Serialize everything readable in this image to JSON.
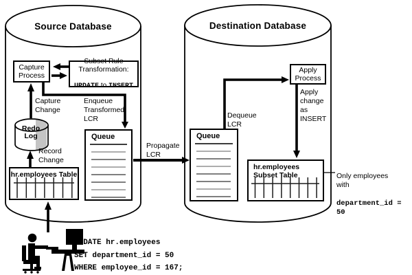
{
  "colors": {
    "line": "#000000",
    "queue_line_light": "#adadad",
    "queue_line_dark": "#7f7f7f",
    "queue_rule": "#3c3c3c",
    "redo_shade": "#c4c4c4"
  },
  "source": {
    "title": "Source Database",
    "capture_process": "Capture\nProcess",
    "subset_rule_line1": "Subset Rule",
    "subset_rule_line2": "Transformation:",
    "subset_code_update": "UPDATE",
    "subset_code_to": " to ",
    "subset_code_insert": "INSERT",
    "capture_change": "Capture\nChange",
    "enqueue": "Enqueue\nTransformed\nLCR",
    "redo_log": "Redo\nLog",
    "record_change": "Record\nChange",
    "table_title": "hr.employees Table",
    "queue_title": "Queue"
  },
  "propagate": "Propagate\nLCR",
  "destination": {
    "title": "Destination Database",
    "queue_title": "Queue",
    "dequeue": "Dequeue\nLCR",
    "apply_process": "Apply\nProcess",
    "apply_change": "Apply\nchange\nas\nINSERT",
    "table_title": "hr.employees\nSubset Table",
    "annotation_text": "Only employees\nwith",
    "annotation_code": "department_id = 50"
  },
  "sql": {
    "lines": [
      "UPDATE hr.employees",
      "SET department_id = 50",
      "WHERE employee_id = 167;"
    ]
  }
}
